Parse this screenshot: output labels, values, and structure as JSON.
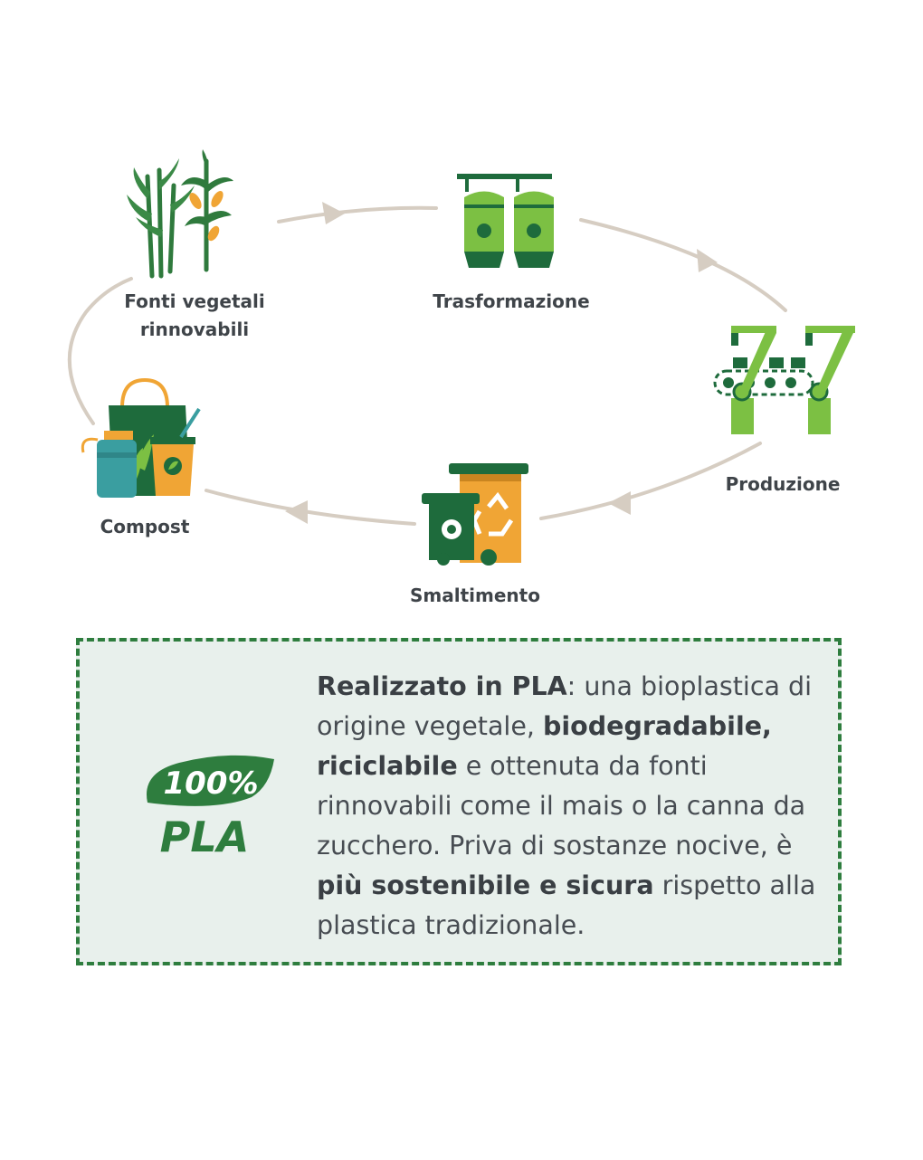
{
  "cycle": {
    "stages": [
      {
        "name": "fonti",
        "label_line1": "Fonti vegetali",
        "label_line2": "rinnovabili",
        "icon": "plants-icon"
      },
      {
        "name": "trasformazione",
        "label": "Trasformazione",
        "icon": "tanks-icon"
      },
      {
        "name": "produzione",
        "label": "Produzione",
        "icon": "robot-arms-icon"
      },
      {
        "name": "smaltimento",
        "label": "Smaltimento",
        "icon": "recycling-bins-icon"
      },
      {
        "name": "compost",
        "label": "Compost",
        "icon": "compost-products-icon"
      }
    ],
    "colors": {
      "arrow": "#d6cdc2",
      "green": "#7cc043",
      "dark_green": "#1e6b3c",
      "orange": "#f0a535",
      "teal": "#3a9ea0"
    }
  },
  "info": {
    "badge": {
      "top": "100%",
      "bottom": "PLA"
    },
    "text": {
      "b1": "Realizzato in PLA",
      "t1": ": una bioplastica di origine vegetale, ",
      "b2": "biodegradabile, riciclabile",
      "t2": " e ottenuta da fonti rinnovabili come il mais o la canna da zucchero. Priva di sostanze nocive, è ",
      "b3": "più sostenibile e sicura",
      "t3": " rispetto alla plastica tradizionale."
    },
    "colors": {
      "border": "#2e7d3e",
      "background": "#e8f0ec"
    }
  }
}
